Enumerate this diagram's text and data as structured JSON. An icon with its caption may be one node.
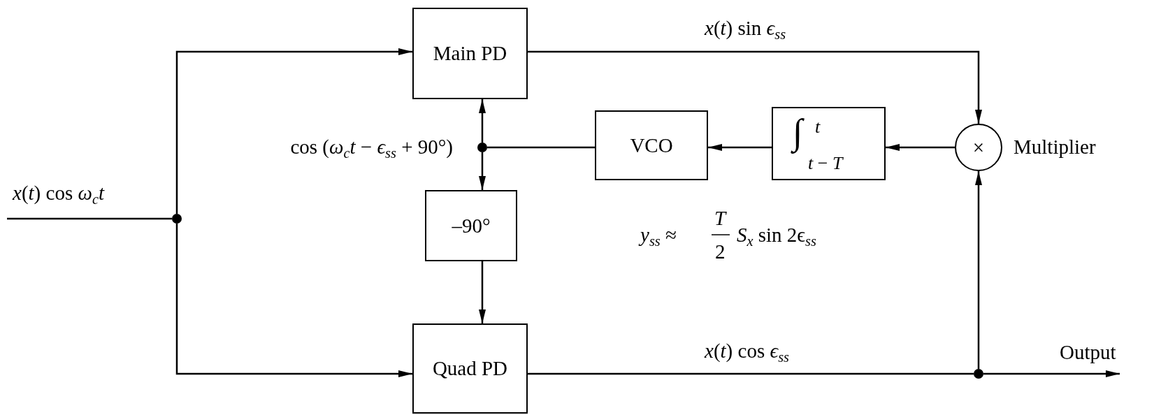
{
  "diagram": {
    "nodes": [
      {
        "text": [
          "Main PD"
        ]
      },
      {
        "text": [
          "VCO"
        ]
      },
      {
        "text": [
          "∫",
          "*t*",
          "*t* − *T*"
        ]
      },
      {
        "text": [
          "×"
        ],
        "beside": [
          "Multiplier"
        ]
      },
      {
        "text": [
          "–90°"
        ]
      },
      {
        "text": [
          "Quad PD"
        ]
      },
      {
        "text": [],
        "shape": "circle"
      },
      {
        "text": [],
        "shape": "circle",
        "beside": [
          "cos (*ω*$_{c}$*t* − *ϵ*$_{ss}$ + 90°)"
        ]
      },
      {
        "text": [],
        "shape": "circle"
      }
    ],
    "edges": [
      {
        "from": null,
        "to": 6,
        "arrow": "none",
        "label": "*x*(*t*) cos *ω*$_{c}$*t*"
      },
      {
        "from": 6,
        "to": 0,
        "arrow": "to"
      },
      {
        "from": 6,
        "to": 5,
        "arrow": "to"
      },
      {
        "from": 0,
        "to": 3,
        "arrow": "to",
        "label": "*x*(*t*) sin *ϵ*$_{ss}$"
      },
      {
        "from": 3,
        "to": 2,
        "arrow": "to"
      },
      {
        "from": 2,
        "to": 1,
        "arrow": "to"
      },
      {
        "from": 1,
        "to": 7,
        "arrow": "none"
      },
      {
        "from": 7,
        "to": 0,
        "arrow": "to"
      },
      {
        "from": 7,
        "to": 4,
        "arrow": "to"
      },
      {
        "from": 4,
        "to": 5,
        "arrow": "to"
      },
      {
        "from": 5,
        "to": 8,
        "arrow": "none",
        "label": "*x*(*t*) cos *ϵ*$_{ss}$"
      },
      {
        "from": 8,
        "to": 3,
        "arrow": "to"
      },
      {
        "from": 8,
        "to": null,
        "arrow": "to",
        "label": "Output"
      }
    ],
    "labels": [
      "*y*$_{ss}$ ≈",
      "*T*",
      "2",
      "*S*$_{x}$ sin 2ϵ$_{ss}$"
    ]
  }
}
